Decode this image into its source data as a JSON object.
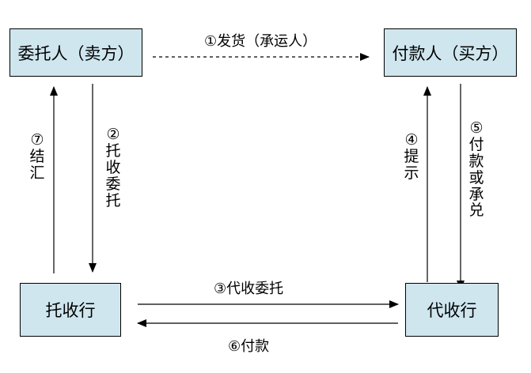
{
  "nodes": {
    "consignor": "委托人（卖方）",
    "payer": "付款人（买方）",
    "collecting_bank": "托收行",
    "agent_bank": "代收行"
  },
  "steps": {
    "step1": "①发货（承运人）",
    "step2": "②托收委托",
    "step3": "③代收委托",
    "step4": "④提示",
    "step5": "⑤付款或承兑",
    "step6": "⑥付款",
    "step7": "⑦结汇"
  }
}
